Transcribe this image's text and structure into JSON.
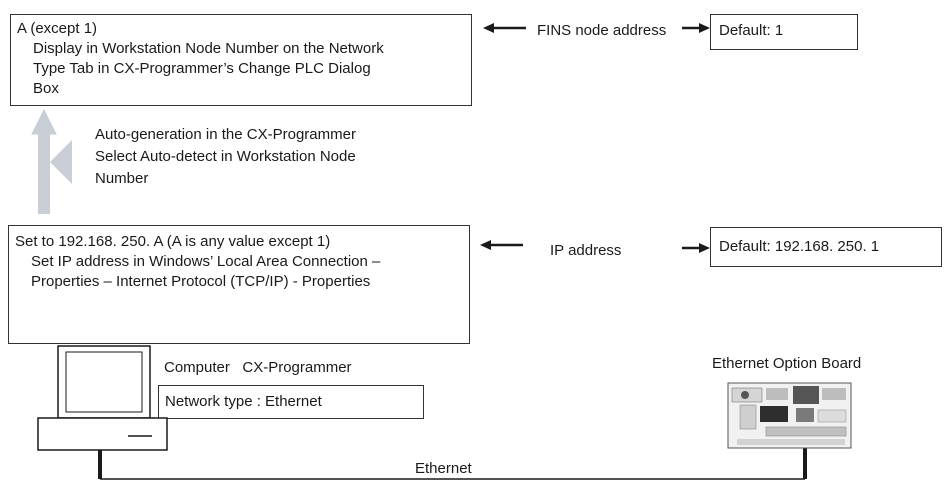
{
  "fins_box": {
    "title": "A (except 1)",
    "line1": "Display in Workstation Node Number on the Network",
    "line2": "Type Tab in CX-Programmer’s Change PLC Dialog",
    "line3": "Box"
  },
  "fins_label": "FINS node address",
  "fins_default": "Default: 1",
  "auto_gen": {
    "line1": "Auto-generation in the CX-Programmer",
    "line2": "Select Auto-detect in Workstation Node",
    "line3": "Number"
  },
  "ip_box": {
    "title": "Set to 192.168. 250. A (A is any value except 1)",
    "line1": "Set IP address in Windows’ Local Area Connection –",
    "line2": "Properties – Internet Protocol (TCP/IP) - Properties"
  },
  "ip_label": "IP address",
  "ip_default": "Default: 192.168. 250. 1",
  "computer_label": "Computer   CX-Programmer",
  "network_type": "Network type : Ethernet",
  "option_board_label": "Ethernet Option Board",
  "ethernet_label": "Ethernet",
  "colors": {
    "line": "#1a1a1a",
    "arrow_gray": "#c9ced6",
    "border": "#333333"
  }
}
